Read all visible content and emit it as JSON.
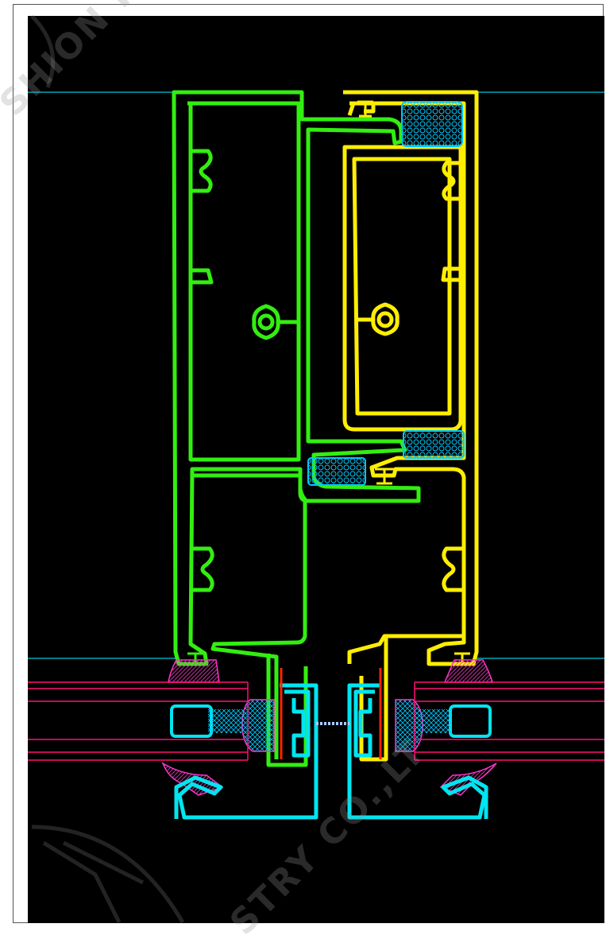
{
  "drawing": {
    "title": "",
    "background": "#000000",
    "colors": {
      "mullion": "#33ee11",
      "transom": "#ffee00",
      "pressure_plate": "#00e5f0",
      "gasket": "#ff33cc",
      "glass": "#ff1177",
      "axis_line": "#00c8d8",
      "thermal_break": "#00c8ff",
      "red_strip": "#ff2200"
    },
    "components": [
      {
        "name": "mullion",
        "icon": "green-aluminium-profile"
      },
      {
        "name": "transom",
        "icon": "yellow-aluminium-profile"
      },
      {
        "name": "pressure-plates",
        "icon": "cyan-pressure-plate"
      },
      {
        "name": "glazing-units",
        "icon": "insulating-glass"
      },
      {
        "name": "gaskets",
        "icon": "magenta-epdm-gasket"
      },
      {
        "name": "thermal-breaks",
        "icon": "hatched-insulation-strip"
      }
    ],
    "watermark": {
      "lines": [
        "SHION INDU",
        "STRY CO.,LT"
      ],
      "logo": "company-logo-watermark"
    }
  }
}
